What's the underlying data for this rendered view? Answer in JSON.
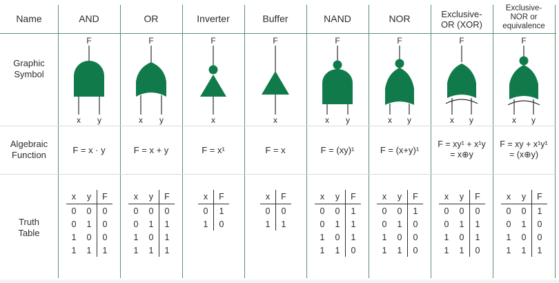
{
  "header": {
    "name": "Name",
    "gates": [
      "AND",
      "OR",
      "Inverter",
      "Buffer",
      "NAND",
      "NOR",
      "Exclusive-\nOR (XOR)",
      "Exclusive-\nNOR or\nequivalence"
    ]
  },
  "rows": {
    "graphic": "Graphic\nSymbol",
    "algebraic": "Algebraic\nFunction",
    "truth": "Truth\nTable"
  },
  "symbol_labels": {
    "output": "F",
    "input_x": "x",
    "input_y": "y"
  },
  "functions": [
    "F = x · y",
    "F = x + y",
    "F = x¹",
    "F = x",
    "F = (xy)¹",
    "F = (x+y)¹",
    "F = xy¹ + x¹y\n= x⊕y",
    "F = xy + x¹y¹\n= (x⊕y)"
  ],
  "truth_tables": [
    {
      "cols": [
        "x",
        "y",
        "F"
      ],
      "rows": [
        [
          "0",
          "0",
          "0"
        ],
        [
          "0",
          "1",
          "0"
        ],
        [
          "1",
          "0",
          "0"
        ],
        [
          "1",
          "1",
          "1"
        ]
      ]
    },
    {
      "cols": [
        "x",
        "y",
        "F"
      ],
      "rows": [
        [
          "0",
          "0",
          "0"
        ],
        [
          "0",
          "1",
          "1"
        ],
        [
          "1",
          "0",
          "1"
        ],
        [
          "1",
          "1",
          "1"
        ]
      ]
    },
    {
      "cols": [
        "x",
        "F"
      ],
      "rows": [
        [
          "0",
          "1"
        ],
        [
          "1",
          "0"
        ]
      ]
    },
    {
      "cols": [
        "x",
        "F"
      ],
      "rows": [
        [
          "0",
          "0"
        ],
        [
          "1",
          "1"
        ]
      ]
    },
    {
      "cols": [
        "x",
        "y",
        "F"
      ],
      "rows": [
        [
          "0",
          "0",
          "1"
        ],
        [
          "0",
          "1",
          "1"
        ],
        [
          "1",
          "0",
          "1"
        ],
        [
          "1",
          "1",
          "0"
        ]
      ]
    },
    {
      "cols": [
        "x",
        "y",
        "F"
      ],
      "rows": [
        [
          "0",
          "0",
          "1"
        ],
        [
          "0",
          "1",
          "0"
        ],
        [
          "1",
          "0",
          "0"
        ],
        [
          "1",
          "1",
          "0"
        ]
      ]
    },
    {
      "cols": [
        "x",
        "y",
        "F"
      ],
      "rows": [
        [
          "0",
          "0",
          "0"
        ],
        [
          "0",
          "1",
          "1"
        ],
        [
          "1",
          "0",
          "1"
        ],
        [
          "1",
          "1",
          "0"
        ]
      ]
    },
    {
      "cols": [
        "x",
        "y",
        "F"
      ],
      "rows": [
        [
          "0",
          "0",
          "1"
        ],
        [
          "0",
          "1",
          "0"
        ],
        [
          "1",
          "0",
          "0"
        ],
        [
          "1",
          "1",
          "1"
        ]
      ]
    }
  ],
  "colors": {
    "gate_fill": "#117a4b",
    "grid": "#5c8f72"
  }
}
